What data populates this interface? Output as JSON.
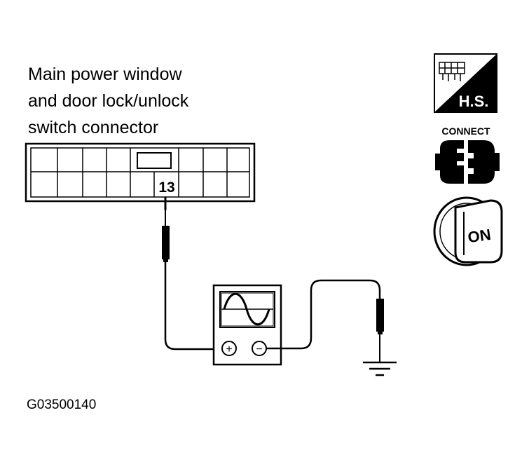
{
  "title_lines": [
    "Main power window",
    "and door lock/unlock",
    "switch connector"
  ],
  "connector": {
    "terminal_number": "13"
  },
  "oscilloscope": {
    "plus_symbol": "+",
    "minus_symbol": "−"
  },
  "icons": {
    "harness_side": {
      "name": "harness-side-icon",
      "label": "H.S."
    },
    "connect": {
      "name": "connect-icon",
      "label": "CONNECT"
    },
    "ignition_on": {
      "name": "ignition-key-on-icon",
      "label": "ON"
    }
  },
  "figure_id": "G03500140"
}
